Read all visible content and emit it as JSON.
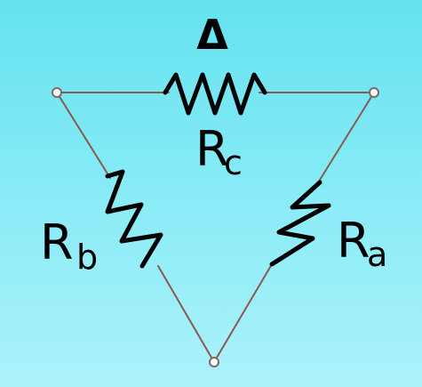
{
  "diagram": {
    "title_symbol": "Δ",
    "labels": {
      "rc": {
        "main": "R",
        "sub": "c"
      },
      "rb": {
        "main": "R",
        "sub": "b"
      },
      "ra": {
        "main": "R",
        "sub": "a"
      }
    },
    "colors": {
      "background_top": "#64e2ef",
      "background_bottom": "#acf2fb",
      "wire": "#8a5a4f",
      "resistor": "#000000",
      "node_stroke": "#7d6a67",
      "node_fill": "#ffffff",
      "text": "#000000"
    }
  }
}
